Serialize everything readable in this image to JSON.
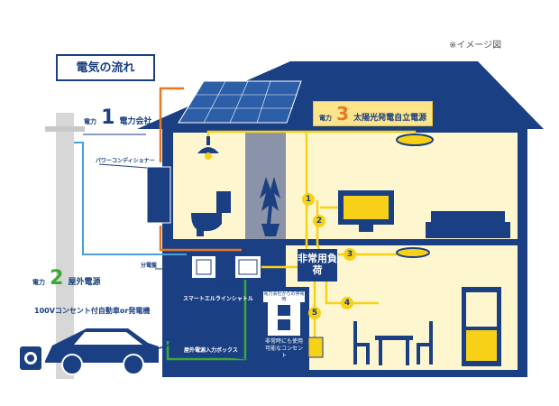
{
  "header": {
    "title": "電気の流れ",
    "note": "※イメージ図"
  },
  "sources": [
    {
      "prefix": "電力",
      "number": "1",
      "name": "電力会社"
    },
    {
      "prefix": "電力",
      "number": "2",
      "name": "屋外電源"
    },
    {
      "prefix": "電力",
      "number": "3",
      "name": "太陽光発電自立電源"
    }
  ],
  "labels": {
    "power_conditioner": "パワーコンディショナー",
    "distribution_board": "分電盤",
    "smart_line": "スマートエルラインシャトル",
    "outdoor_box": "屋外電源入力ボックス",
    "generator": "100Vコンセント付自動車or発電機",
    "emergency_load": "非常用負荷",
    "outlet_top": "電力会社からの停電時",
    "outlet_text": "非常時にも使用可能なコンセント"
  },
  "circuits": [
    "1",
    "2",
    "3",
    "4",
    "5"
  ],
  "colors": {
    "navy": "#1a3f82",
    "wall": "#fdf6cf",
    "stair": "#8a93a8",
    "wire_yellow": "#f7d117",
    "wire_orange": "#e87722",
    "wire_blue": "#4a9fd4",
    "wire_green": "#3aaa35"
  }
}
